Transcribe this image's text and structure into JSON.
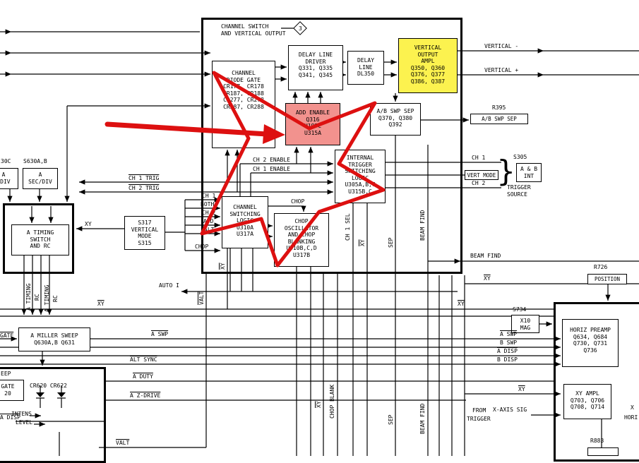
{
  "colors": {
    "highlight_yellow": "#fcf24f",
    "highlight_pink": "#f2928e",
    "annotation_red": "#dd1010"
  },
  "main_block": {
    "title1": "CHANNEL SWITCH",
    "title2": "AND VERTICAL OUTPUT",
    "badge": "3"
  },
  "boxes": {
    "diode_gate": [
      "CHANNEL",
      "DIODE GATE",
      "CR177, CR178",
      "CR187, CR188",
      "CR277, CR278",
      "CR287, CR288"
    ],
    "delay_driver": [
      "DELAY LINE",
      "DRIVER",
      "Q331, Q335",
      "Q341, Q345"
    ],
    "delay_line": [
      "DELAY",
      "LINE",
      "DL350"
    ],
    "vert_out": [
      "VERTICAL",
      "OUTPUT",
      "AMPL",
      "Q350, Q360",
      "Q376, Q377",
      "Q386, Q387"
    ],
    "add_enable": [
      "ADD ENABLE",
      "Q316",
      "U197C",
      "U315A"
    ],
    "ab_swp_sep": [
      "A/B SWP SEP",
      "Q370, Q380",
      "Q392"
    ],
    "internal_trigger": [
      "INTERNAL",
      "TRIGGER",
      "SWITCHING",
      "LOGIC",
      "U305A,B,C",
      "U315B,C"
    ],
    "channel_switching": [
      "CHANNEL",
      "SWITCHING",
      "LOGIC",
      "U310A",
      "U317A"
    ],
    "chop_osc": [
      "CHOP",
      "OSCILLATOR",
      "AND CHOP",
      "BLANKING",
      "U310B,C,D",
      "U317B"
    ],
    "sec_div_partial": [
      "A",
      "/DIV"
    ],
    "sec_div": [
      "A",
      "SEC/DIV"
    ],
    "a_timing": [
      "A TIMING",
      "SWITCH",
      "AND RC"
    ],
    "s317": [
      "S317",
      "VERTICAL",
      "MODE",
      "S315"
    ],
    "miller": [
      "A MILLER SWEEP",
      "Q630A,B Q631"
    ],
    "gate_partial": [
      "GATE",
      "20"
    ],
    "x10_mag": [
      "X10",
      "MAG"
    ],
    "horiz_preamp": [
      "HORIZ PREAMP",
      "Q634, Q684",
      "Q730, Q731",
      "Q736"
    ],
    "xy_ampl": [
      "XY AMPL",
      "Q703, Q706",
      "Q708, Q714"
    ],
    "vert_mode": [
      "VERT MODE"
    ],
    "ab_int": [
      "A & B",
      "INT"
    ],
    "ab_swp_sep_flag": [
      "A/B SWP SEP"
    ],
    "position": [
      "POSITION"
    ]
  },
  "labels": {
    "s630c": "30C",
    "s630ab": "S630A,B",
    "ch1_trig": "CH 1 TRIG",
    "ch2_trig": "CH 2 TRIG",
    "xy_left": "XY",
    "ch1": "CH 1",
    "both": "BOTH",
    "ch2": "CH 2",
    "add": "ADD",
    "alt": "ALT",
    "chop_left": "CHOP",
    "ch2_enable": "CH 2 ENABLE",
    "ch1_enable": "CH 1 ENABLE",
    "chop_top": "CHOP",
    "vertical_minus": "VERTICAL -",
    "vertical_plus": "VERTICAL +",
    "r395": "R395",
    "ch1_right": "CH 1",
    "ch2_right": "CH 2",
    "s305": "S305",
    "trigger": "TRIGGER",
    "source": "SOURCE",
    "brace": "}",
    "beam_find_h": "BEAM FIND",
    "auto_i": "AUTO I",
    "xy_1": "XY",
    "xy_2": "XY",
    "xy_3": "XY",
    "a_swp_mid": "A SWP",
    "a_swp_r": "A SWP",
    "b_swp_r": "B SWP",
    "a_disp_r": "A DISP",
    "b_disp_r": "B DISP",
    "alt_sync": "ALT SYNC",
    "a_duty": "A DUTY",
    "a_z_drive": "A Z-DRIVE",
    "gate_left": "GATE",
    "cr620": "CR620 CR622",
    "eep": "EEP",
    "intens": "INTENS",
    "level": "LEVEL",
    "a_disp_left": "A DISP",
    "valt_bottom": "VALT",
    "s734": "S734",
    "xy_ampl_in": "XY",
    "from": "FROM",
    "trigger2": "TRIGGER",
    "x_axis_sig": "X-AXIS SIG",
    "r726": "R726",
    "r883": "R883",
    "x_partial": "X",
    "hori_partial": "HORI"
  },
  "rotated": {
    "valt": "VALT",
    "a_timing1": "A TIMING",
    "rc1": "RC",
    "a_timing2": "A TIMING",
    "rc2": "RC",
    "ch1_sel": "CH 1 SEL",
    "xy_in_block": "XY",
    "sep1": "SEP",
    "beam_find1": "BEAM FIND",
    "xy_left_block": "XY",
    "xy_below": "XY",
    "chop_blank": "CHOP BLANK",
    "sep2": "SEP",
    "beam_find2": "BEAM FIND"
  }
}
